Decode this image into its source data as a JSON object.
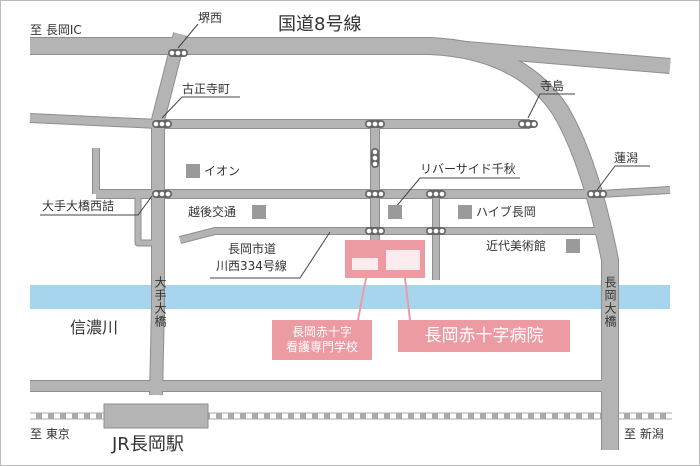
{
  "colors": {
    "road": "#b4b4b4",
    "road_outline": "#8e8e8e",
    "river": "#a8d5ee",
    "railway": "#aaaaaa",
    "hospital": "#ed9ba3",
    "landmark": "#9a9a9a",
    "text": "#333333"
  },
  "directions": {
    "to_nagaoka_ic": "至 長岡IC",
    "to_tokyo": "至 東京",
    "to_niigata": "至 新潟"
  },
  "roads": {
    "route8": "国道8号線",
    "city_road_line1": "長岡市道",
    "city_road_line2": "川西334号線",
    "ote_ohashi": "大手大橋",
    "nagaoka_ohashi": "長岡大橋"
  },
  "intersections": {
    "sakainishi": "堺西",
    "kosyoujimachi": "古正寺町",
    "terashima": "寺島",
    "hasugata": "蓮潟",
    "riverside_senshu": "リバーサイド千秋",
    "ote_ohashi_nishizume": "大手大橋西詰"
  },
  "landmarks": {
    "aeon": "イオン",
    "echigo_kotsu": "越後交通",
    "hive_nagaoka": "ハイブ長岡",
    "kindai_museum": "近代美術館"
  },
  "river": "信濃川",
  "station": "JR長岡駅",
  "facilities": {
    "nursing_school_line1": "長岡赤十字",
    "nursing_school_line2": "看護専門学校",
    "hospital": "長岡赤十字病院"
  }
}
